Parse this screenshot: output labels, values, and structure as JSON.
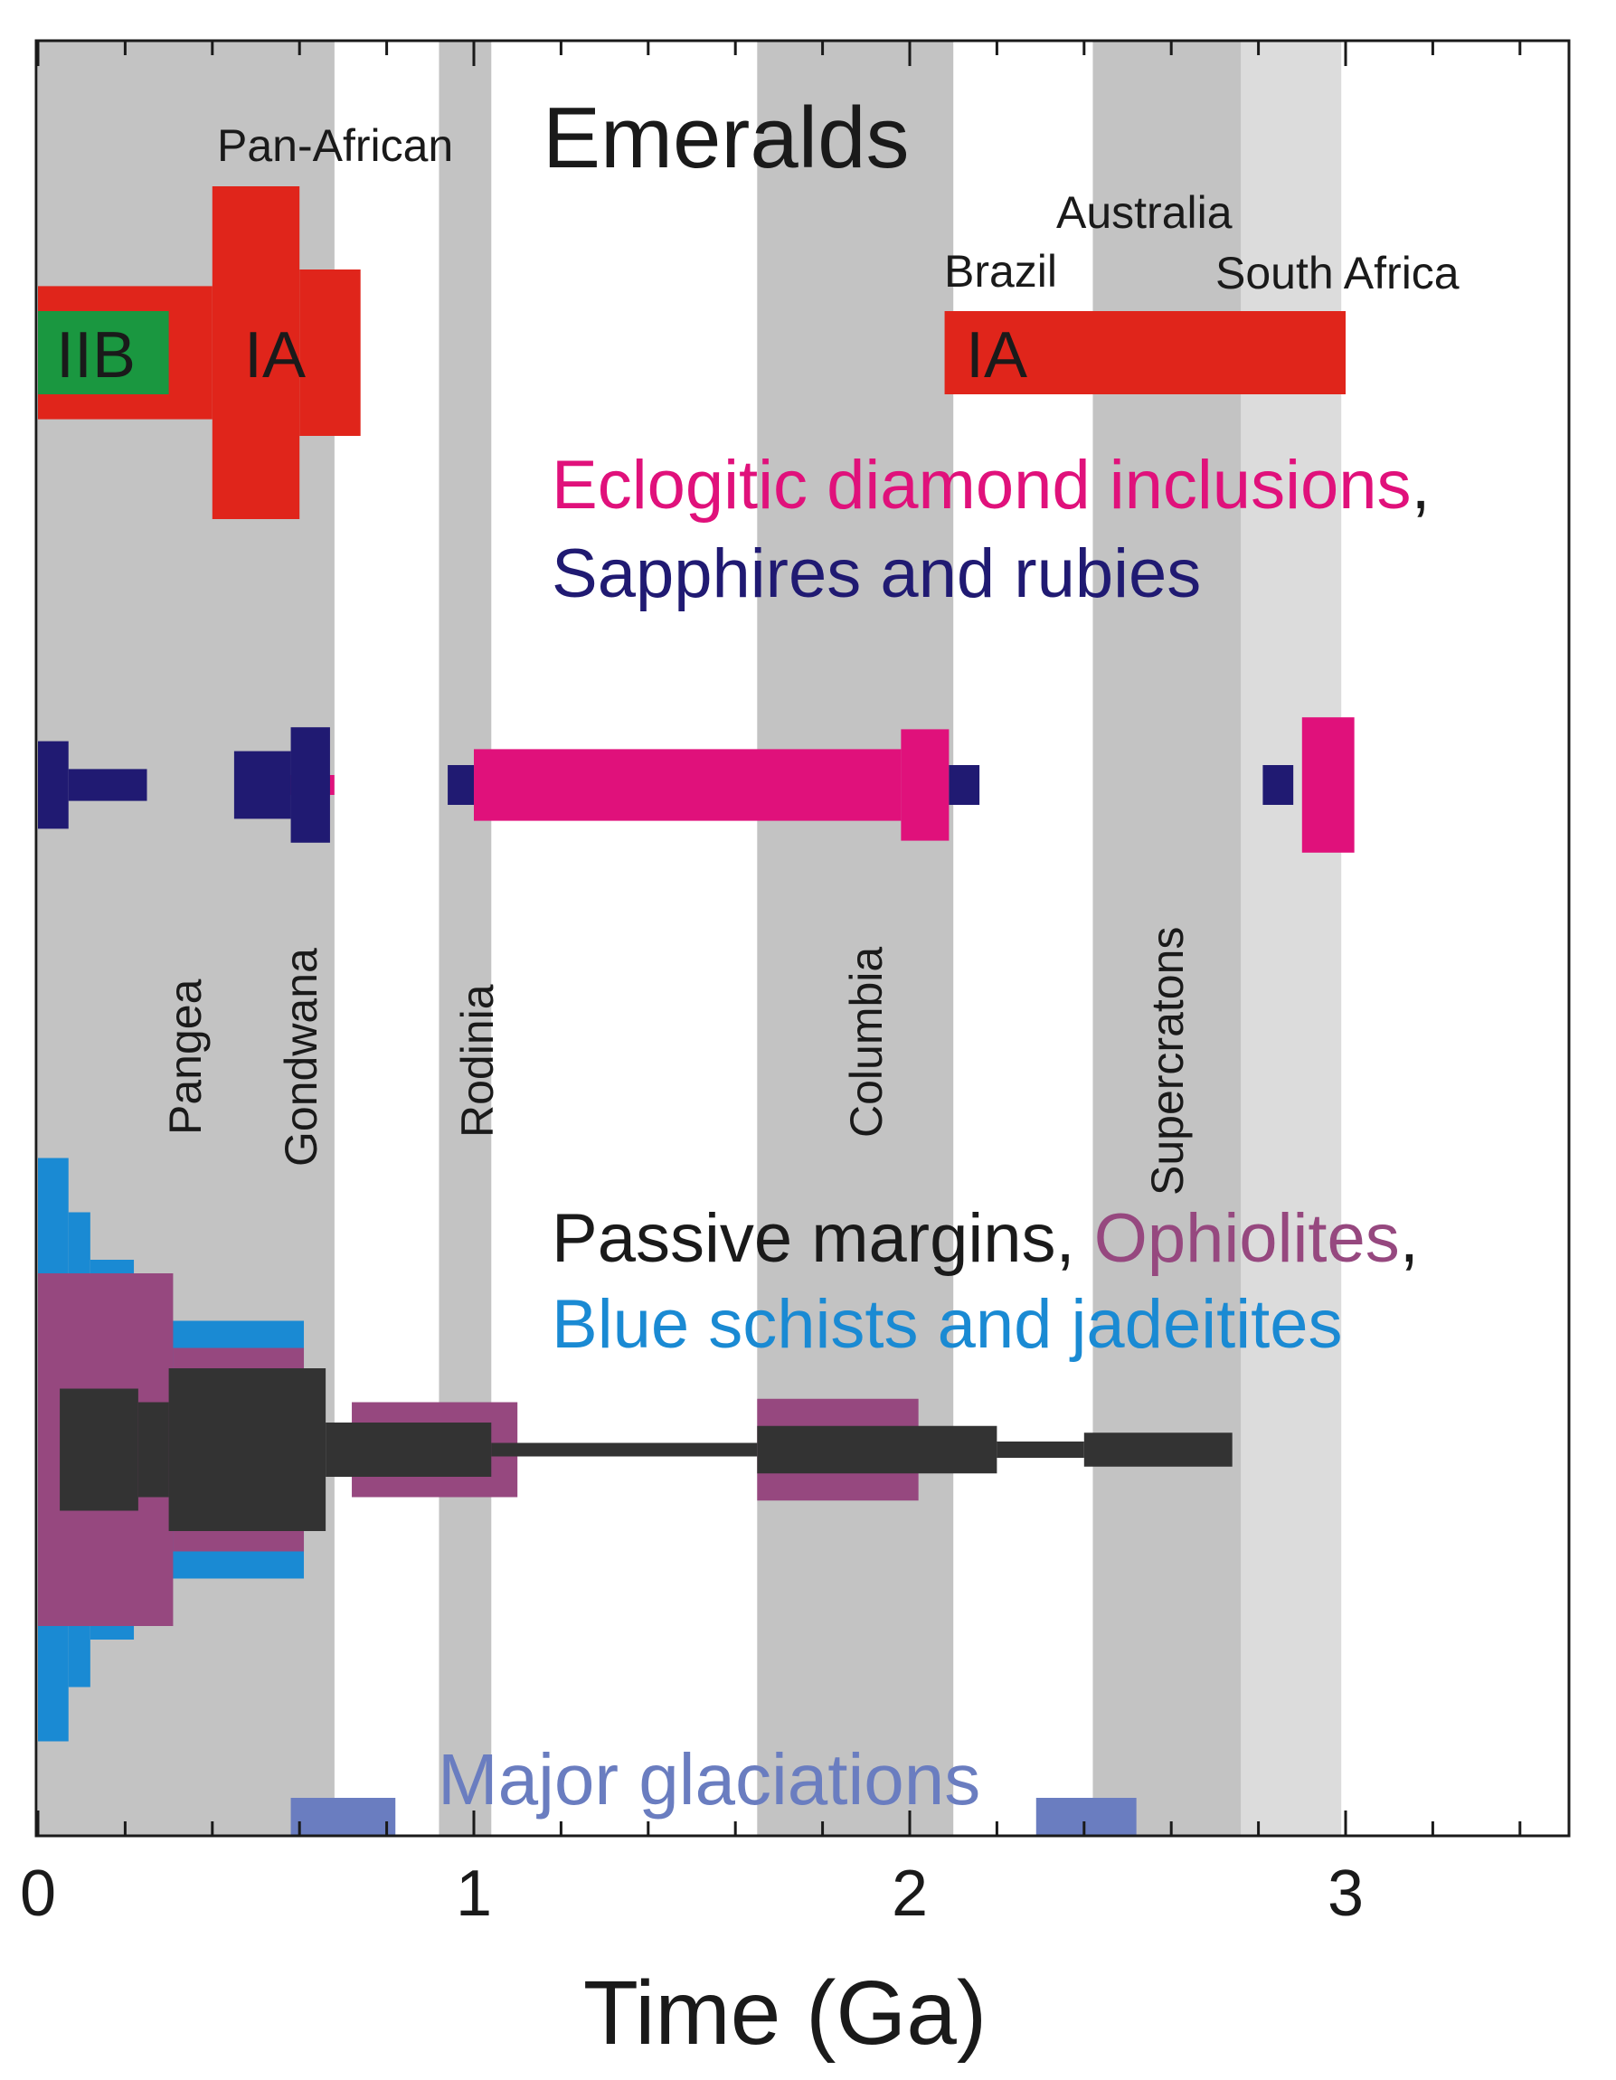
{
  "chart_data": {
    "type": "bar",
    "title": "",
    "xlabel": "Time (Ga)",
    "ylabel": "",
    "xlim": [
      0,
      3.5
    ],
    "xticks": [
      0,
      1,
      2,
      3
    ],
    "xtick_labels": [
      "0",
      "1",
      "2",
      "3"
    ],
    "grid": false,
    "legend": "none",
    "background_bands": [
      {
        "name": "Pangea",
        "from": 0.0,
        "to": 0.68,
        "shade": "gray",
        "label": "Pangea",
        "color": "#c3c3c3"
      },
      {
        "name": "Gondwana",
        "from": 0.0,
        "to": 0.68,
        "shade": "gray",
        "label": "Gondwana",
        "color": "#c3c3c3"
      },
      {
        "name": "Rodinia",
        "from": 0.92,
        "to": 1.04,
        "shade": "gray",
        "label": "Rodinia",
        "color": "#c3c3c3"
      },
      {
        "name": "Columbia",
        "from": 1.65,
        "to": 2.1,
        "shade": "gray",
        "label": "Columbia",
        "color": "#c3c3c3"
      },
      {
        "name": "Supercratons",
        "from": 2.42,
        "to": 2.76,
        "shade": "gray",
        "label": "Supercratons",
        "color": "#c3c3c3"
      },
      {
        "name": "light",
        "from": 2.76,
        "to": 2.99,
        "shade": "lightgray",
        "label": "",
        "color": "#dcdcdc"
      }
    ],
    "groups": [
      {
        "title": "Emeralds",
        "series": [
          {
            "name": "IA",
            "color": "#e0251b",
            "steps": [
              {
                "from": 0.0,
                "to": 0.4,
                "value": 0.8
              },
              {
                "from": 0.4,
                "to": 0.6,
                "value": 2.0
              },
              {
                "from": 0.6,
                "to": 0.74,
                "value": 1.0
              },
              {
                "from": 2.08,
                "to": 3.0,
                "value": 0.5
              }
            ]
          },
          {
            "name": "IIB",
            "color": "#1a9740",
            "steps": [
              {
                "from": 0.0,
                "to": 0.3,
                "value": 0.5
              }
            ]
          }
        ],
        "annotations": [
          "Pan-African",
          "Australia",
          "Brazil",
          "South Africa"
        ]
      },
      {
        "title_parts": [
          {
            "text": "Eclogitic diamond inclusions",
            "color": "#e0117b"
          },
          {
            "text": ",",
            "color": "#1a1a1a"
          },
          {
            "text": "Sapphires and rubies",
            "color": "#201a72"
          }
        ],
        "series": [
          {
            "name": "Eclogitic diamond inclusions",
            "color": "#e0117b",
            "steps": [
              {
                "from": 0.58,
                "to": 0.68,
                "value": 0.25
              },
              {
                "from": 1.0,
                "to": 1.98,
                "value": 0.9
              },
              {
                "from": 1.98,
                "to": 2.09,
                "value": 1.4
              },
              {
                "from": 2.9,
                "to": 3.02,
                "value": 1.7
              }
            ]
          },
          {
            "name": "Sapphires and rubies",
            "color": "#201a72",
            "steps": [
              {
                "from": 0.0,
                "to": 0.07,
                "value": 1.1
              },
              {
                "from": 0.07,
                "to": 0.25,
                "value": 0.4
              },
              {
                "from": 0.45,
                "to": 0.58,
                "value": 0.85
              },
              {
                "from": 0.58,
                "to": 0.67,
                "value": 1.45
              },
              {
                "from": 0.94,
                "to": 1.0,
                "value": 0.5
              },
              {
                "from": 2.09,
                "to": 2.16,
                "value": 0.5
              },
              {
                "from": 2.81,
                "to": 2.88,
                "value": 0.5
              }
            ]
          }
        ]
      },
      {
        "title_parts": [
          {
            "text": "Passive margins",
            "color": "#1a1a1a"
          },
          {
            "text": ", ",
            "color": "#1a1a1a"
          },
          {
            "text": "Ophiolites",
            "color": "#96487f"
          },
          {
            "text": ",",
            "color": "#1a1a1a"
          },
          {
            "text": "Blue schists and jadeitites",
            "color": "#1a8ad3"
          }
        ],
        "series": [
          {
            "name": "Blue schists and jadeitites",
            "color": "#1a8ad3",
            "steps": [
              {
                "from": 0.0,
                "to": 0.07,
                "value": 4.3
              },
              {
                "from": 0.07,
                "to": 0.12,
                "value": 3.5
              },
              {
                "from": 0.12,
                "to": 0.22,
                "value": 2.8
              },
              {
                "from": 0.22,
                "to": 0.3,
                "value": 2.6
              },
              {
                "from": 0.3,
                "to": 0.61,
                "value": 1.9
              }
            ]
          },
          {
            "name": "Ophiolites",
            "color": "#96487f",
            "steps": [
              {
                "from": 0.0,
                "to": 0.31,
                "value": 2.6
              },
              {
                "from": 0.31,
                "to": 0.61,
                "value": 1.5
              },
              {
                "from": 0.72,
                "to": 1.1,
                "value": 0.7
              },
              {
                "from": 1.65,
                "to": 2.02,
                "value": 0.75
              }
            ]
          },
          {
            "name": "Passive margins",
            "color": "#333333",
            "steps": [
              {
                "from": 0.05,
                "to": 0.23,
                "value": 0.9
              },
              {
                "from": 0.23,
                "to": 0.3,
                "value": 0.7
              },
              {
                "from": 0.3,
                "to": 0.66,
                "value": 1.2
              },
              {
                "from": 0.66,
                "to": 1.04,
                "value": 0.4
              },
              {
                "from": 1.04,
                "to": 1.65,
                "value": 0.1
              },
              {
                "from": 1.65,
                "to": 2.2,
                "value": 0.35
              },
              {
                "from": 2.2,
                "to": 2.4,
                "value": 0.12
              },
              {
                "from": 2.4,
                "to": 2.74,
                "value": 0.25
              }
            ]
          }
        ]
      },
      {
        "title": "Major glaciations",
        "color": "#6a7dc0",
        "intervals": [
          {
            "from": 0.58,
            "to": 0.82
          },
          {
            "from": 2.29,
            "to": 2.52
          }
        ]
      }
    ]
  },
  "texts": {
    "emeralds_title": "Emeralds",
    "pan_african": "Pan-African",
    "australia": "Australia",
    "brazil": "Brazil",
    "south_africa": "South Africa",
    "ia_left": "IA",
    "ia_right": "IA",
    "iib": "IIB",
    "diamond_title": "Eclogitic diamond inclusions",
    "comma1": ",",
    "sapphire_title": "Sapphires and rubies",
    "passive_title": "Passive margins",
    "comma2": ", ",
    "ophiolites_title": "Ophiolites",
    "comma3": ",",
    "blueschist_title": "Blue schists and jadeitites",
    "glaciation_title": "Major glaciations",
    "label_pangea": "Pangea",
    "label_gondwana": "Gondwana",
    "label_rodinia": "Rodinia",
    "label_columbia": "Columbia",
    "label_supercratons": "Supercratons",
    "xaxis_title": "Time (Ga)"
  }
}
